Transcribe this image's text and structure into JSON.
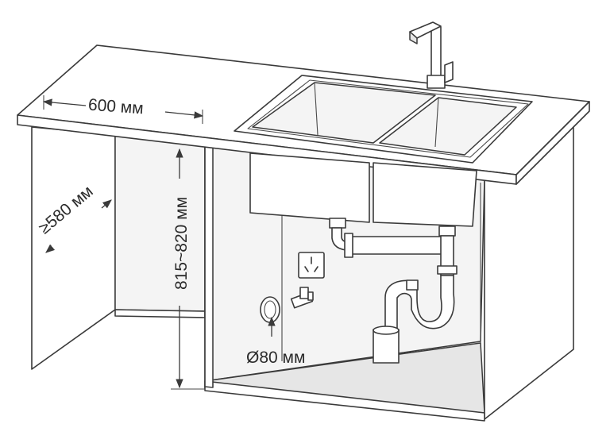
{
  "dimensions": {
    "width": "600 мм",
    "depth": "≥580 мм",
    "height": "815~820 мм",
    "drain_hole": "Ø80 мм"
  },
  "colors": {
    "line": "#3a3a3a",
    "background": "#ffffff",
    "shade": "#f4f4f4"
  },
  "icons": [
    "power-outlet-icon",
    "faucet-icon",
    "water-valve-icon"
  ]
}
